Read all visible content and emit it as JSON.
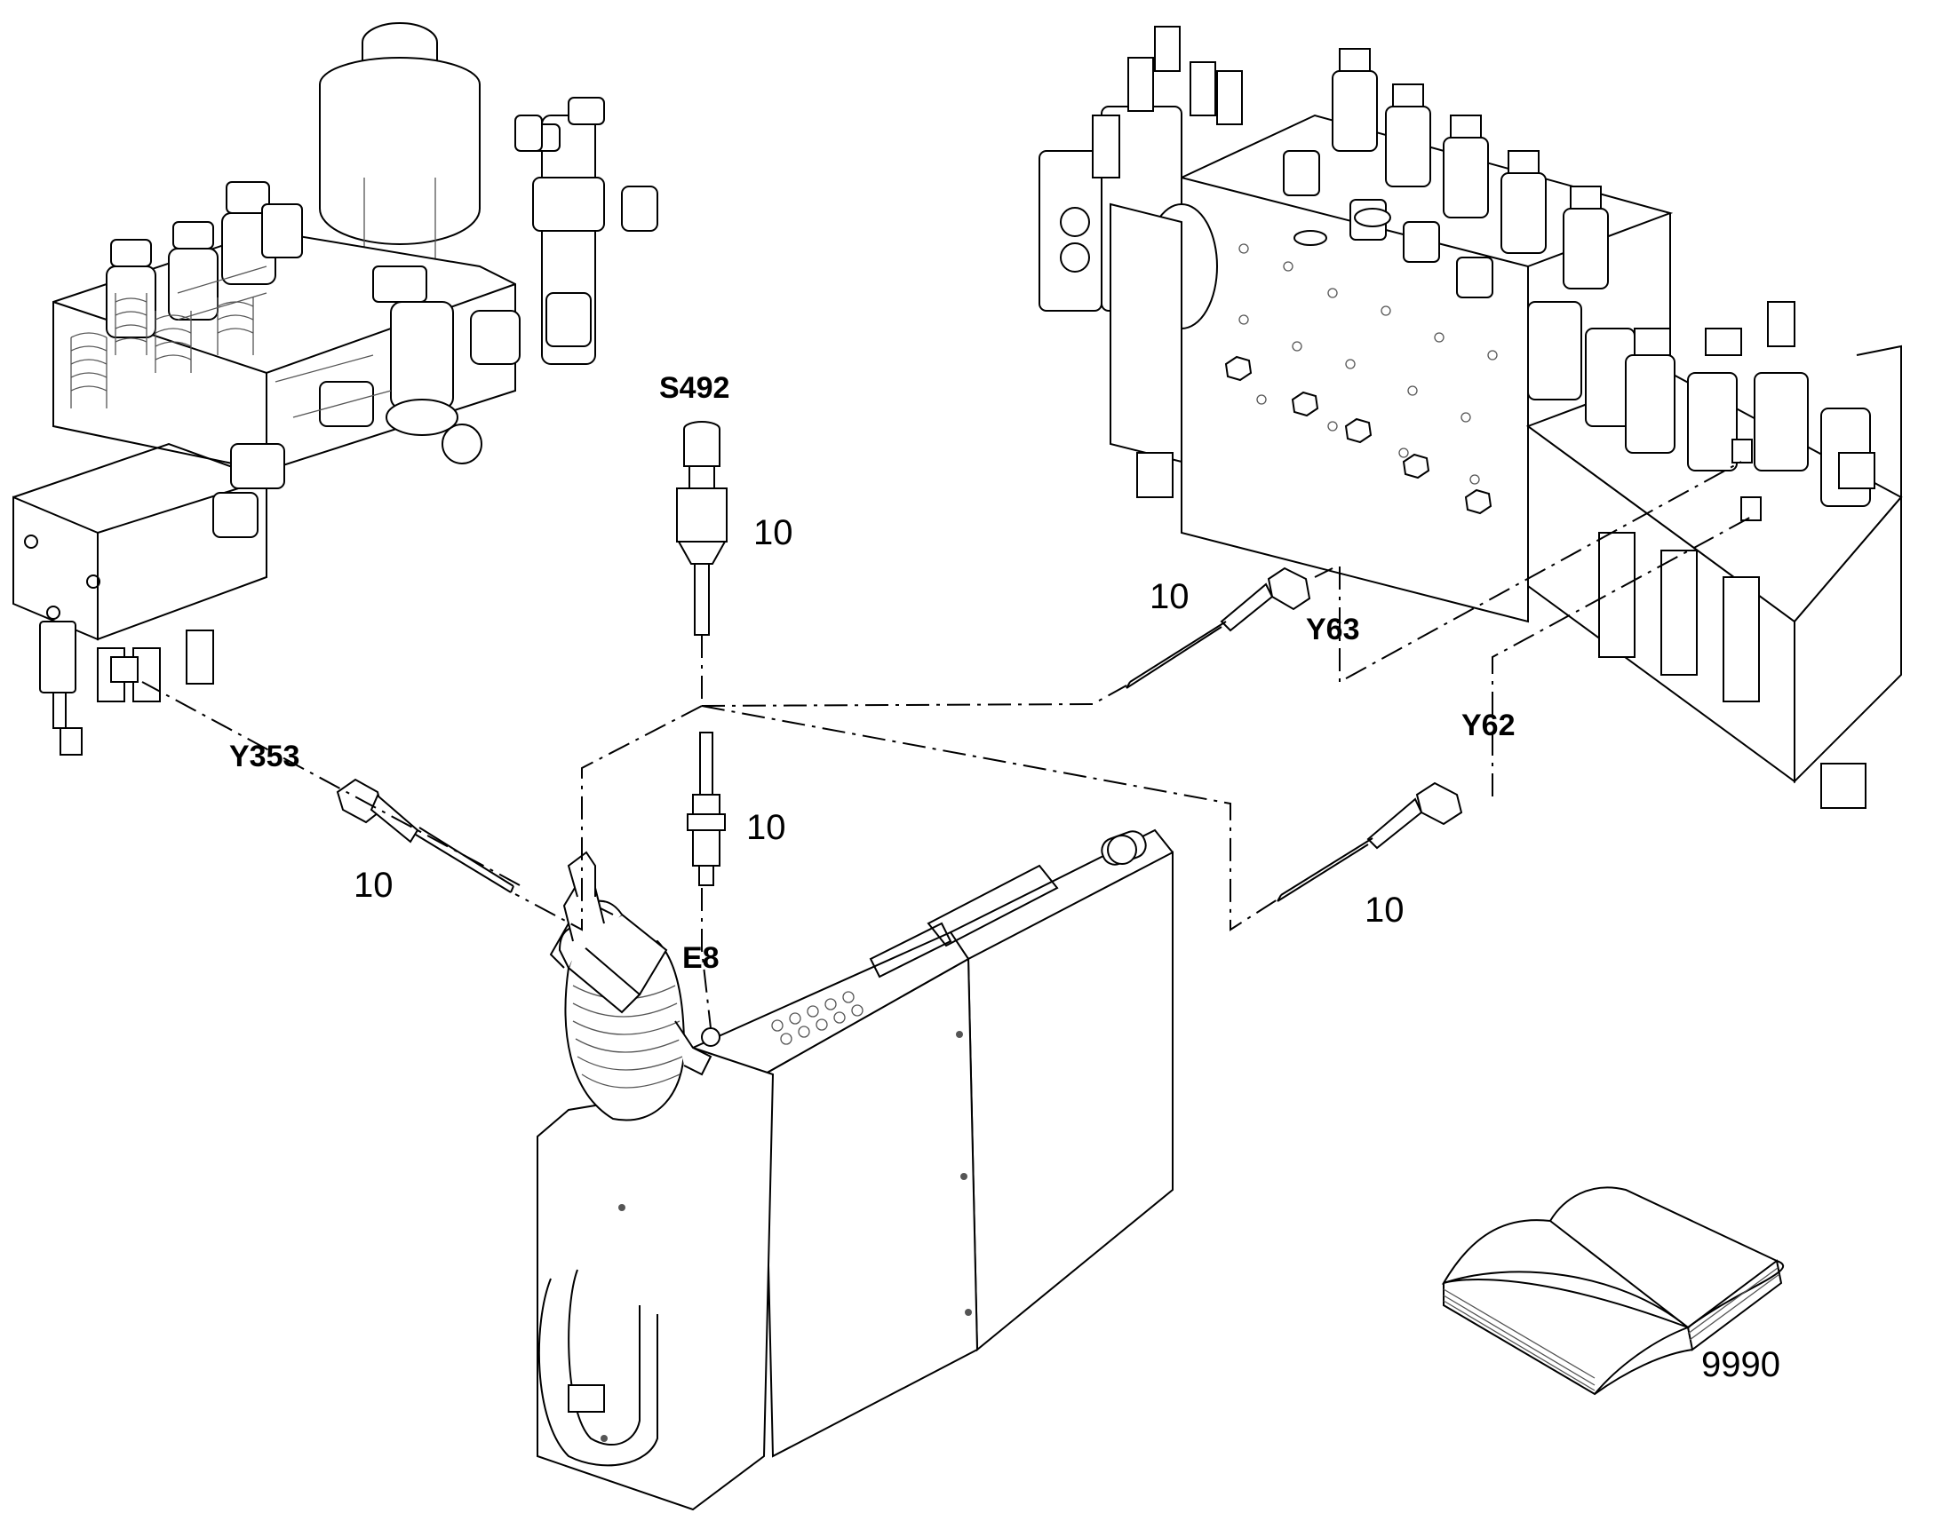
{
  "labels": {
    "s492": "S492",
    "e8": "E8",
    "y353": "Y353",
    "y63": "Y63",
    "y62": "Y62",
    "qty_s492": "10",
    "qty_e8": "10",
    "qty_y353": "10",
    "qty_y63": "10",
    "qty_y62": "10",
    "manual": "9990"
  },
  "icons": [
    "hydraulic-valve-block-left",
    "hydraulic-control-valve-right",
    "control-console",
    "joystick",
    "connector",
    "pressure-switch",
    "lamp-bulb",
    "manual-book-icon"
  ]
}
